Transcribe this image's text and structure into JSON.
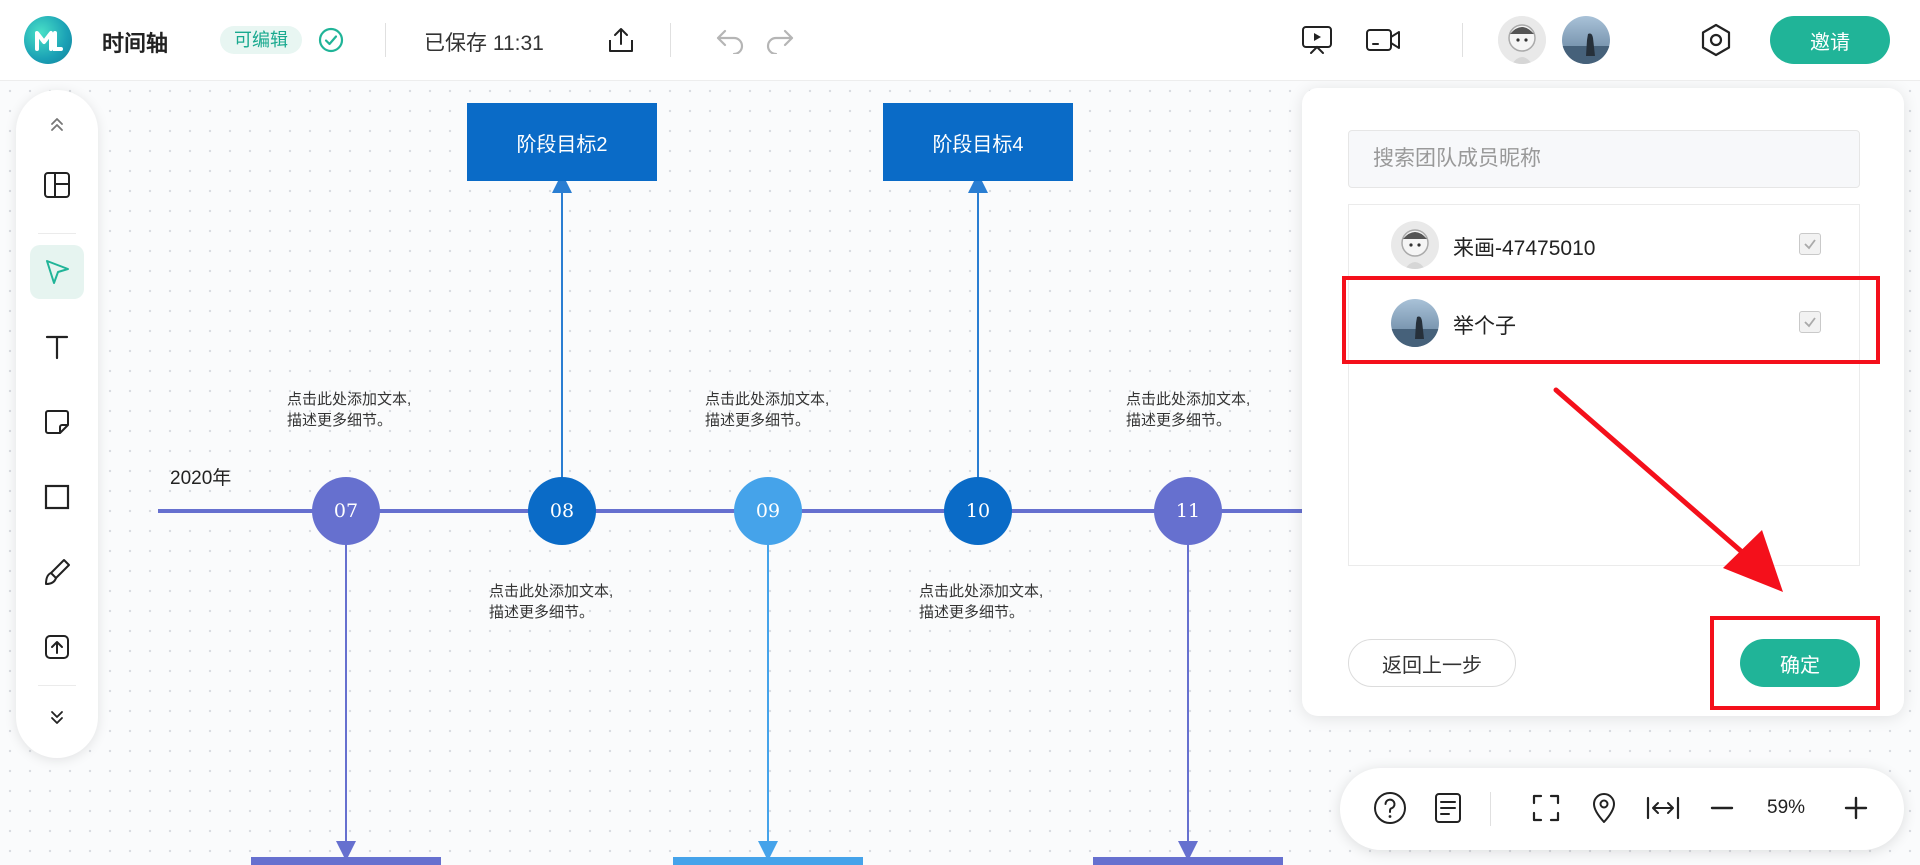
{
  "header": {
    "title": "时间轴",
    "edit_badge": "可编辑",
    "saved_text": "已保存 11:31",
    "invite_label": "邀请"
  },
  "timeline": {
    "year": "2020年",
    "goals": [
      "阶段目标2",
      "阶段目标4"
    ],
    "months": [
      "07",
      "08",
      "09",
      "10",
      "11"
    ],
    "note_line1": "点击此处添加文本,",
    "note_line2": "描述更多细节。"
  },
  "panel": {
    "search_placeholder": "搜索团队成员昵称",
    "members": [
      {
        "name": "来画-47475010",
        "checked": true
      },
      {
        "name": "举个子",
        "checked": true
      }
    ],
    "back_label": "返回上一步",
    "confirm_label": "确定"
  },
  "bottombar": {
    "zoom": "59%"
  },
  "colors": {
    "accent": "#20b498",
    "goal_box": "#0a6bc7",
    "annotation": "#f4101b"
  }
}
